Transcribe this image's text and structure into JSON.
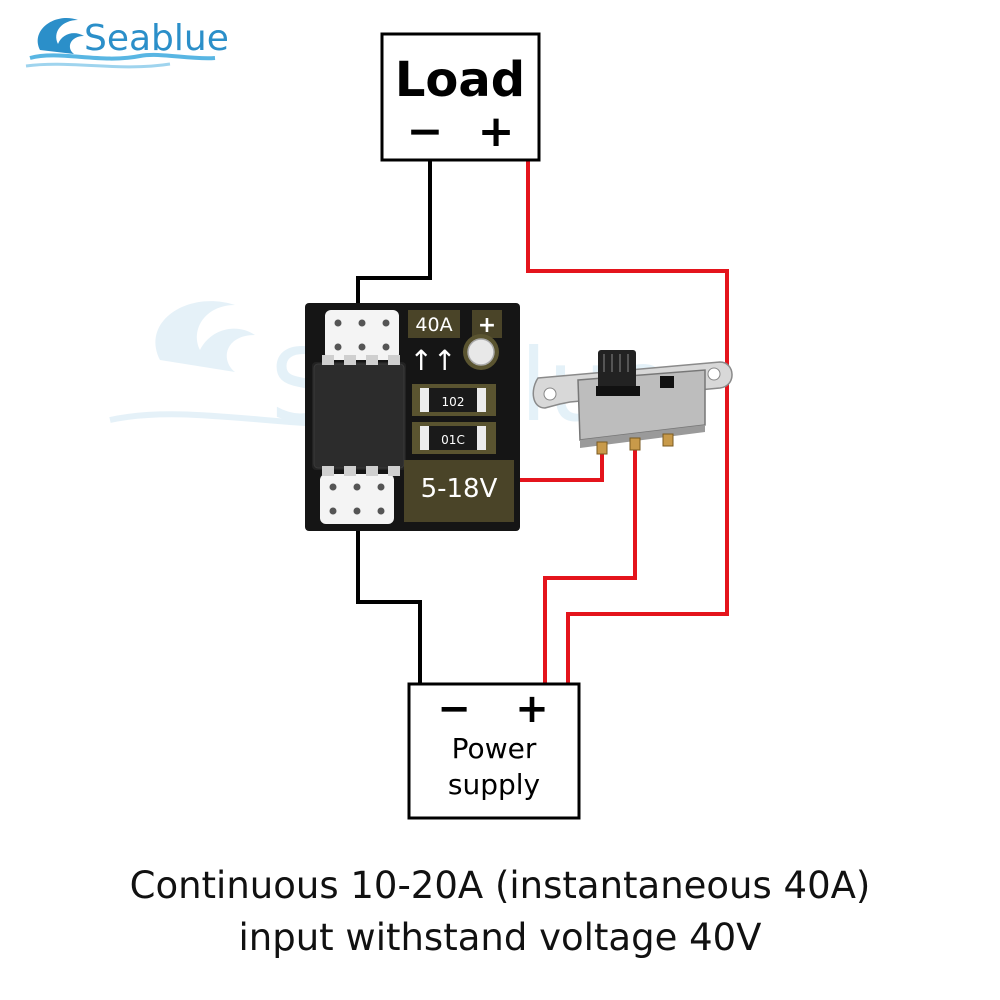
{
  "brand": {
    "name": "Seablue",
    "icon": "wave-icon",
    "color": "#2b8fc9"
  },
  "load_box": {
    "title": "Load",
    "minus": "−",
    "plus": "+"
  },
  "power_box": {
    "minus": "−",
    "plus": "+",
    "line1": "Power",
    "line2": "supply"
  },
  "module": {
    "current_label": "40A",
    "arrows": "↑↑",
    "plus_label": "+",
    "resistor1": "102",
    "resistor2": "01C",
    "voltage_label": "5-18V"
  },
  "caption": {
    "line1": "Continuous 10-20A (instantaneous 40A)",
    "line2": "input withstand voltage 40V"
  },
  "colors": {
    "wire_negative": "#000000",
    "wire_positive": "#e4141c",
    "pcb": "#151515",
    "pad": "#ffffff",
    "label_bg": "#4a4428"
  }
}
